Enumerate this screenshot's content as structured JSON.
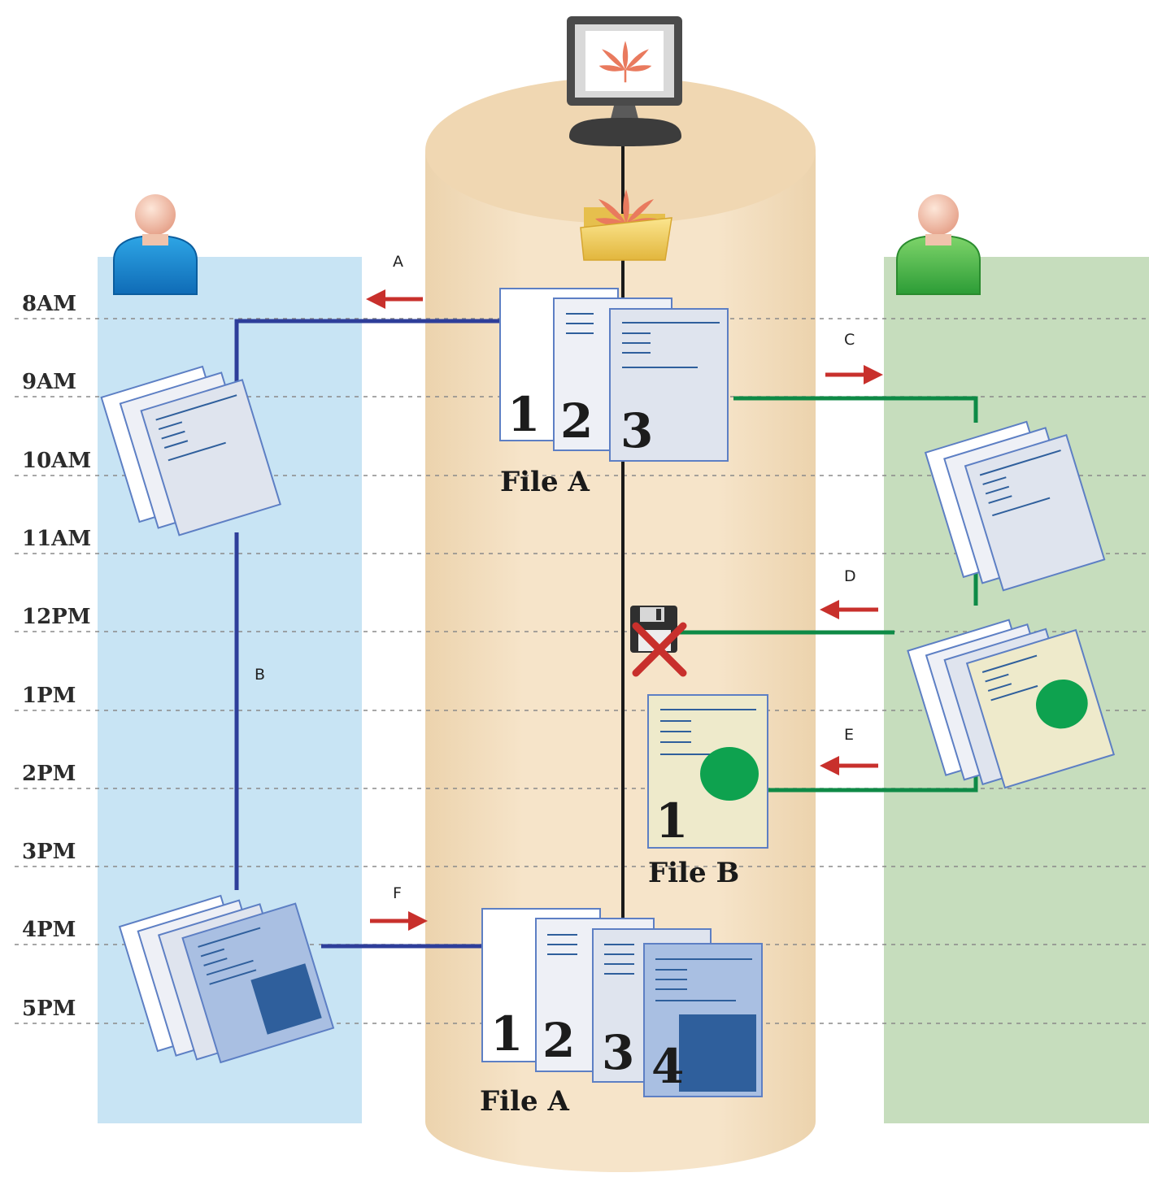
{
  "timeline": {
    "times": [
      "8AM",
      "9AM",
      "10AM",
      "11AM",
      "12PM",
      "1PM",
      "2PM",
      "3PM",
      "4PM",
      "5PM"
    ]
  },
  "steps": {
    "a": "A",
    "b": "B",
    "c": "C",
    "d": "D",
    "e": "E",
    "f": "F"
  },
  "files": {
    "top_name": "File A",
    "middle_name": "File B",
    "bottom_name": "File A",
    "top_pages": [
      "1",
      "2",
      "3"
    ],
    "middle_pages": [
      "1"
    ],
    "bottom_pages": [
      "1",
      "2",
      "3",
      "4"
    ]
  },
  "icons": {
    "server": "monitor-icon",
    "repository": "folder-icon",
    "user_left": "user-icon",
    "user_right": "user-icon",
    "save_rejected": "floppy-disk-icon"
  },
  "colors": {
    "left_lane": "#c8e4f4",
    "right_lane": "#c6ddbd",
    "cylinder": "#f4dfc1",
    "left_flow": "#2e3e9a",
    "right_flow": "#0e8a46",
    "arrow": "#c8302c",
    "server_line": "#1a1a1a",
    "accent_blue": "#2f5f9c",
    "accent_green": "#0ea24f"
  }
}
